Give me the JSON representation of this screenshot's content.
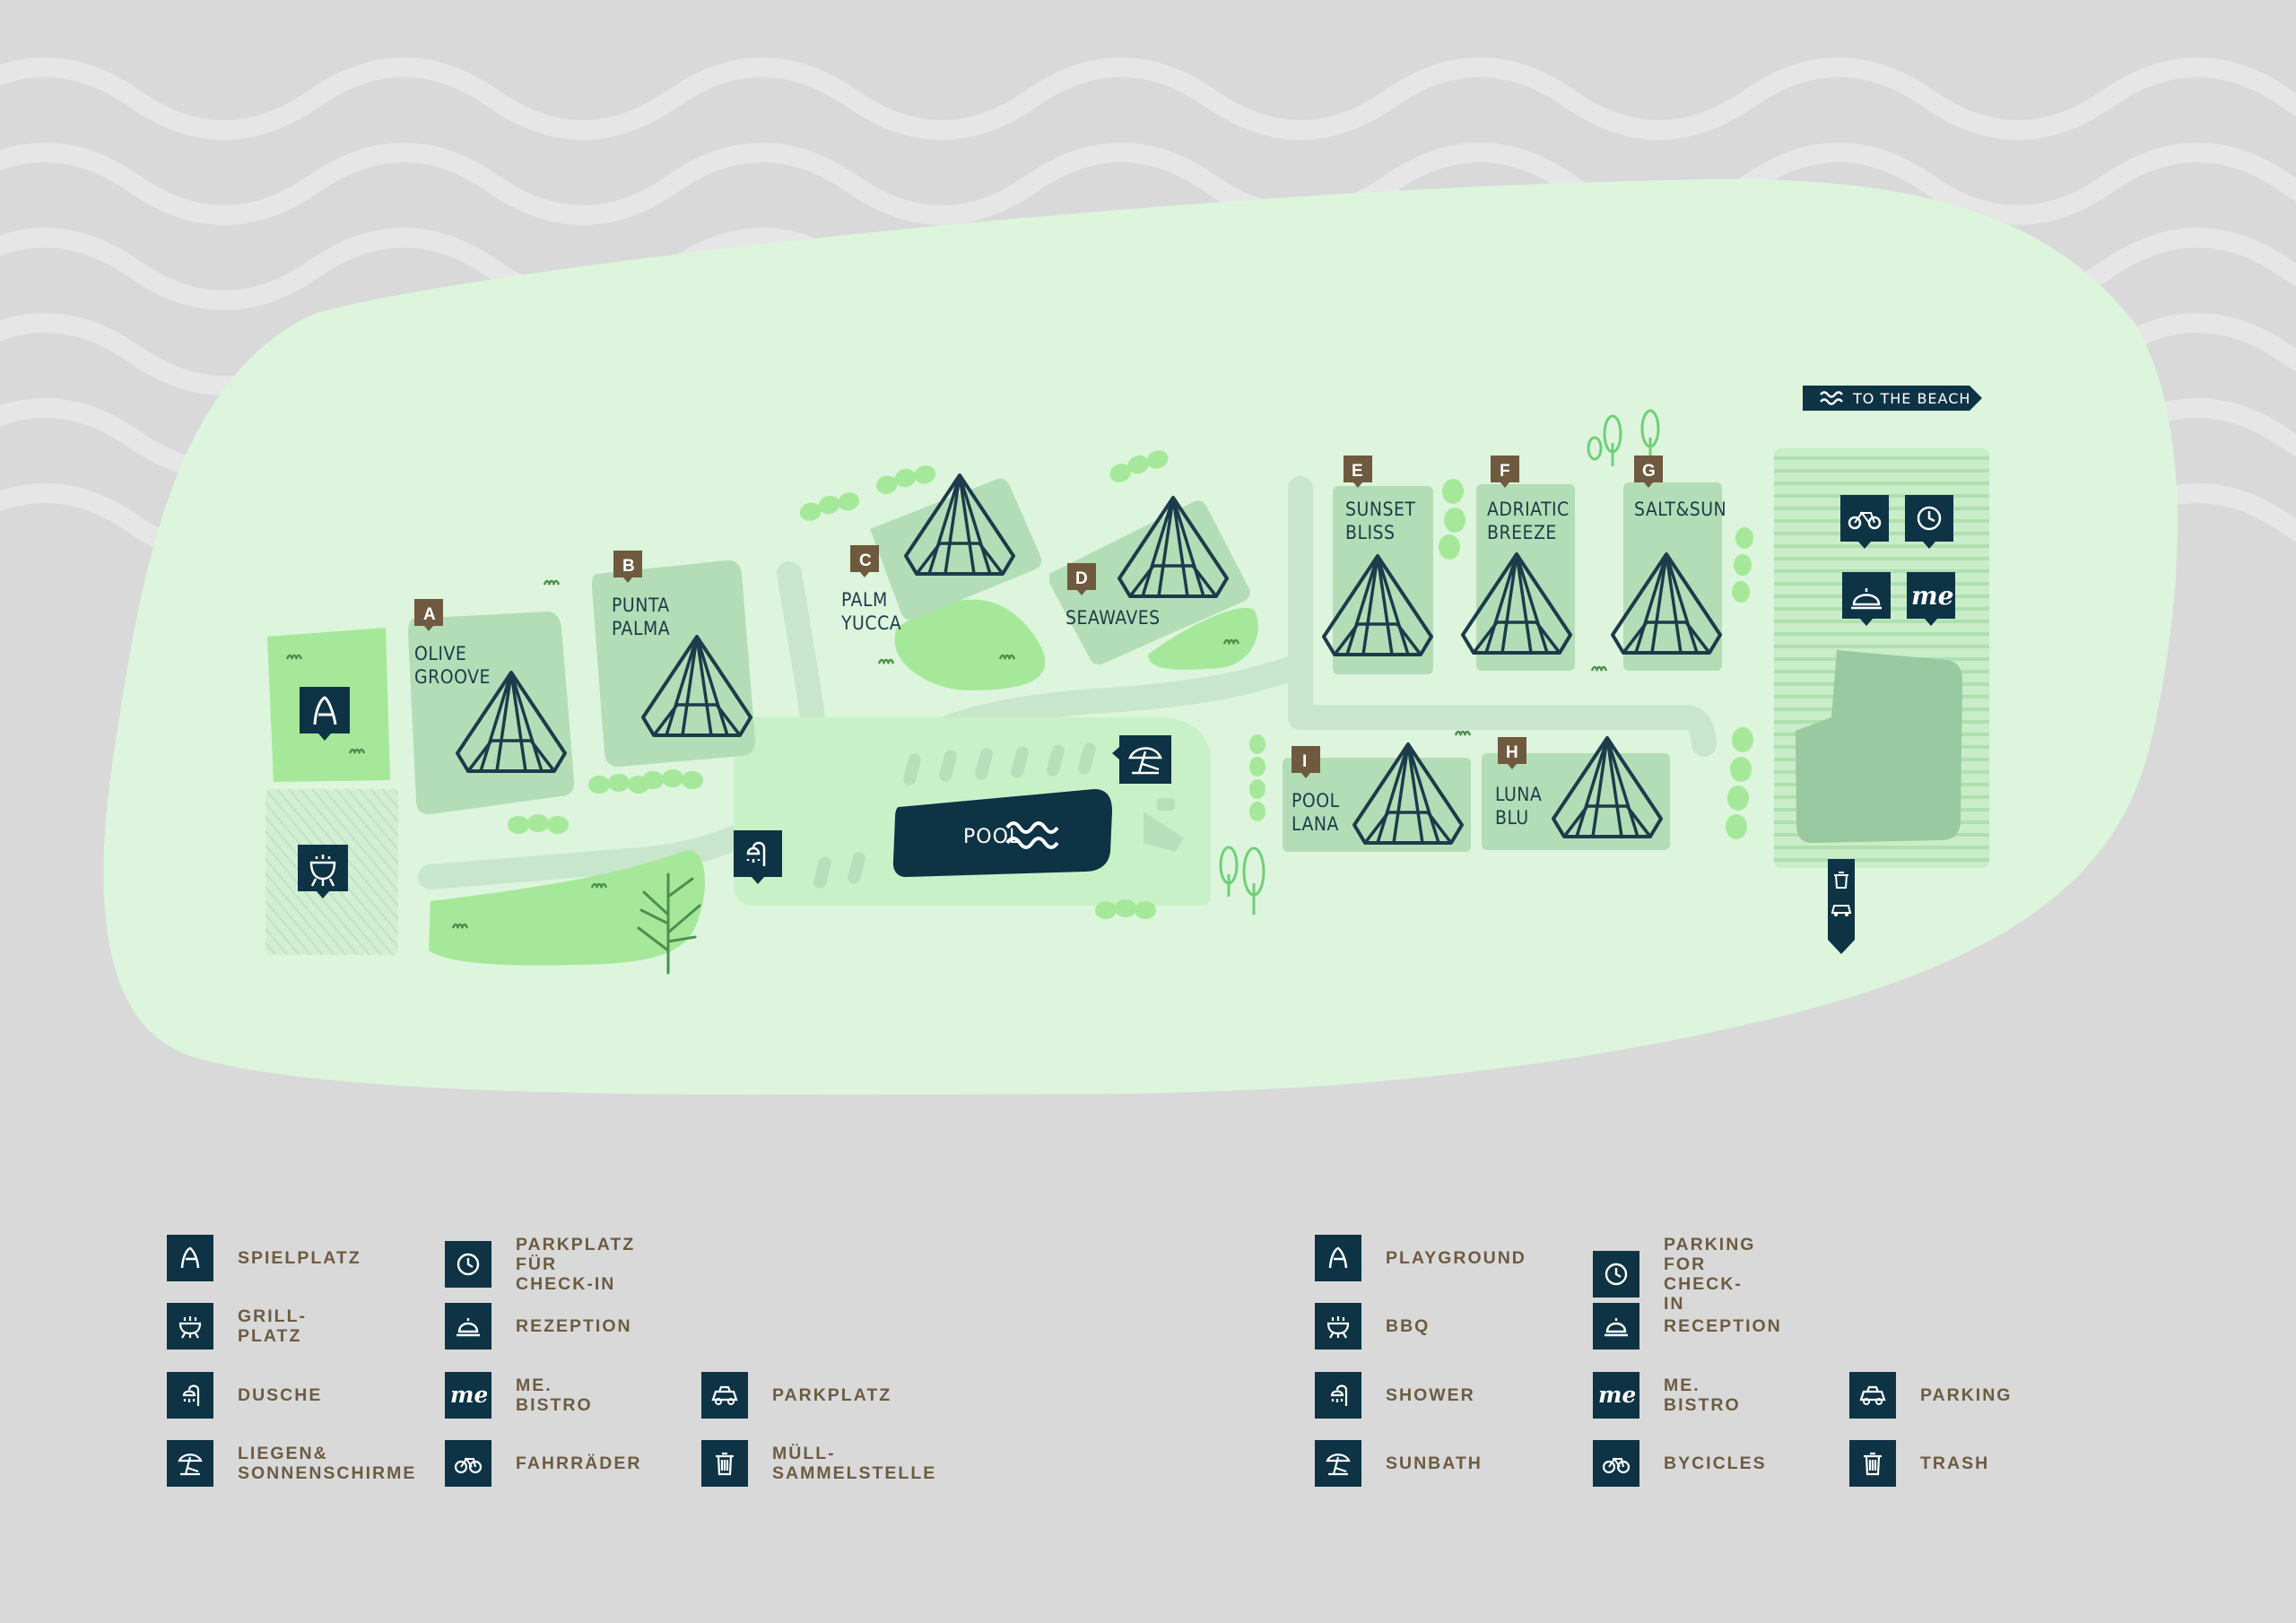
{
  "colors": {
    "background": "#d9d9d9",
    "wave": "#e4e4e4",
    "land": "#dcf5dc",
    "path": "#c8e6cb",
    "plot": "#b3ddb6",
    "lawn": "#a5e89a",
    "navy": "#0d3345",
    "marker": "#6f5a3f",
    "legend_text": "#6d5b42"
  },
  "map": {
    "sites": [
      {
        "letter": "A",
        "name": "OLIVE\nGROOVE"
      },
      {
        "letter": "B",
        "name": "PUNTA\nPALMA"
      },
      {
        "letter": "C",
        "name": "PALM\nYUCCA"
      },
      {
        "letter": "D",
        "name": "SEAWAVES"
      },
      {
        "letter": "E",
        "name": "SUNSET\nBLISS"
      },
      {
        "letter": "F",
        "name": "ADRIATIC\nBREEZE"
      },
      {
        "letter": "G",
        "name": "SALT&SUN"
      },
      {
        "letter": "H",
        "name": "LUNA\nBLU"
      },
      {
        "letter": "I",
        "name": "POOL\nLANA"
      }
    ],
    "pool_label": "POOL",
    "beach_sign": "TO THE BEACH",
    "map_icons": [
      "playground-icon",
      "bbq-icon",
      "shower-icon",
      "sunbath-icon",
      "bicycles-icon",
      "parking-check-in-icon",
      "reception-icon",
      "bistro-icon",
      "trash-icon",
      "parking-icon"
    ],
    "bistro_logo": "me"
  },
  "legend_de": [
    {
      "icon": "playground-icon",
      "label": "SPIELPLATZ"
    },
    {
      "icon": "bbq-icon",
      "label": "GRILL-PLATZ"
    },
    {
      "icon": "shower-icon",
      "label": "DUSCHE"
    },
    {
      "icon": "sunbath-icon",
      "label": "LIEGEN&\nSONNENSCHIRME"
    },
    {
      "icon": "clock-icon",
      "label": "PARKPLATZ\nFÜR CHECK-IN"
    },
    {
      "icon": "reception-icon",
      "label": "REZEPTION"
    },
    {
      "icon": "bistro-icon",
      "label": "ME. BISTRO"
    },
    {
      "icon": "bicycles-icon",
      "label": "FAHRRÄDER"
    },
    {
      "icon": "parking-icon",
      "label": "PARKPLATZ"
    },
    {
      "icon": "trash-icon",
      "label": "MÜLL-SAMMELSTELLE"
    }
  ],
  "legend_en": [
    {
      "icon": "playground-icon",
      "label": "PLAYGROUND"
    },
    {
      "icon": "bbq-icon",
      "label": "BBQ"
    },
    {
      "icon": "shower-icon",
      "label": "SHOWER"
    },
    {
      "icon": "sunbath-icon",
      "label": "SUNBATH"
    },
    {
      "icon": "clock-icon",
      "label": "PARKING FOR\nCHECK-IN"
    },
    {
      "icon": "reception-icon",
      "label": "RECEPTION"
    },
    {
      "icon": "bistro-icon",
      "label": "ME. BISTRO"
    },
    {
      "icon": "bicycles-icon",
      "label": "BYCICLES"
    },
    {
      "icon": "parking-icon",
      "label": "PARKING"
    },
    {
      "icon": "trash-icon",
      "label": "TRASH"
    }
  ]
}
